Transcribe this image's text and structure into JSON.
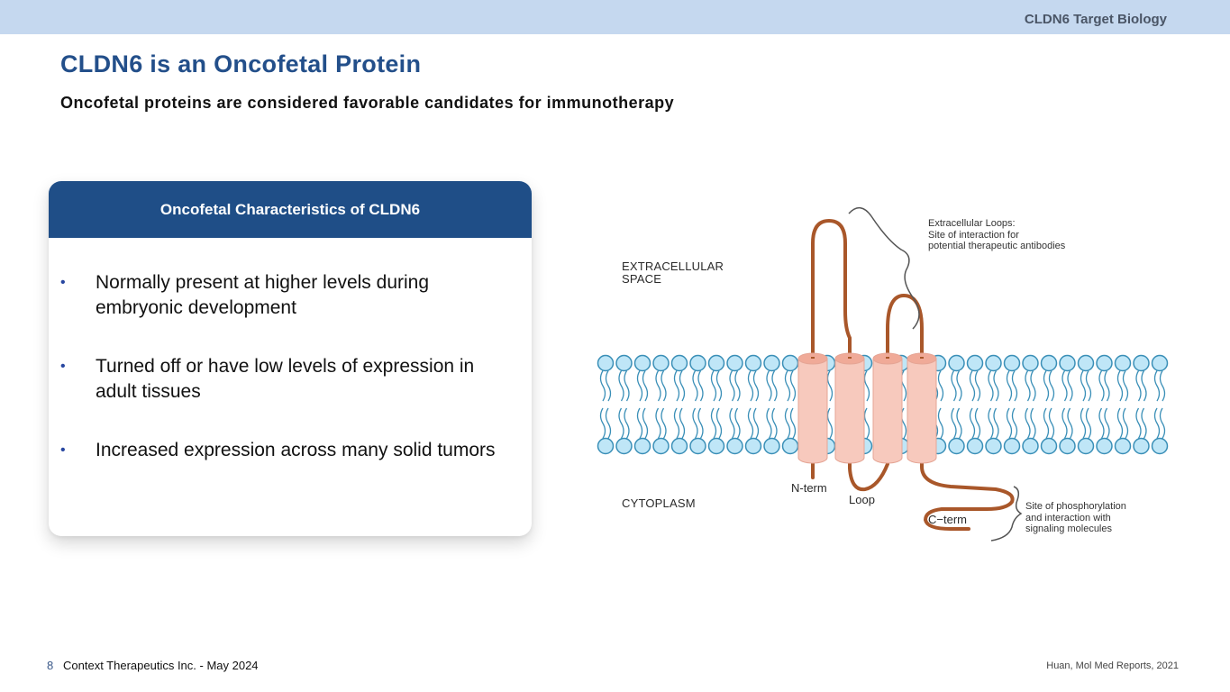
{
  "header": {
    "section_label": "CLDN6 Target Biology"
  },
  "title": "CLDN6 is an Oncofetal Protein",
  "subtitle": "Oncofetal proteins are considered favorable candidates for immunotherapy",
  "card": {
    "heading": "Oncofetal Characteristics of CLDN6",
    "bullet_glyph": "•",
    "items": [
      {
        "text": "Normally present at higher levels during embryonic development"
      },
      {
        "text": "Turned off or have low levels of expression in adult tissues"
      },
      {
        "text": "Increased expression across many solid tumors"
      }
    ]
  },
  "diagram": {
    "labels": {
      "extracellular": "EXTRACELLULAR\nSPACE",
      "cytoplasm": "CYTOPLASM",
      "n_term": "N-term",
      "loop": "Loop",
      "c_term": "C−term"
    },
    "notes": {
      "extracellular_loops": "Extracellular Loops:\nSite of interaction for\npotential therapeutic antibodies",
      "phosphorylation": "Site of phosphorylation\nand interaction with\nsignaling molecules"
    },
    "colors": {
      "protein_strand": "#a9572a",
      "helix_fill": "#f7c9bd",
      "lipid_head": "#bfe6f7",
      "lipid_outline": "#3a8fb7"
    },
    "transmembrane_helix_count": 4
  },
  "footer": {
    "page_number": "8",
    "company": "Context Therapeutics Inc. -  May 2024",
    "citation": "Huan, Mol Med Reports, 2021"
  },
  "colors": {
    "top_band": "#c5d8ef",
    "title": "#234f8a",
    "card_header": "#1f4e87"
  }
}
